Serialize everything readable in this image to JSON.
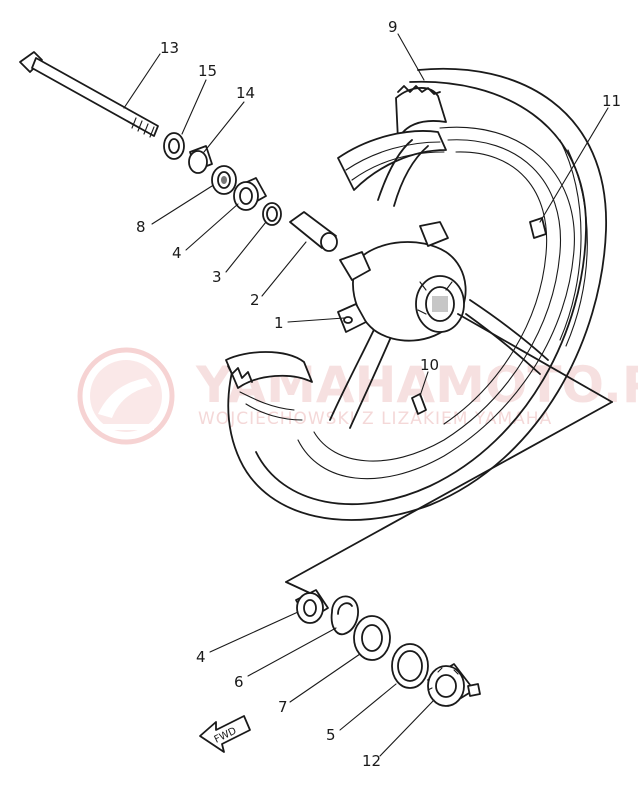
{
  "watermark": {
    "brand": "YAMAHAMOTO.PL",
    "subtitle": "WOJCIECHOWSKI Z LIZAKIEM YAMAHA"
  },
  "callouts": [
    {
      "id": "13",
      "label": "13"
    },
    {
      "id": "15",
      "label": "15"
    },
    {
      "id": "14",
      "label": "14"
    },
    {
      "id": "9",
      "label": "9"
    },
    {
      "id": "11",
      "label": "11"
    },
    {
      "id": "8",
      "label": "8"
    },
    {
      "id": "4a",
      "label": "4"
    },
    {
      "id": "3",
      "label": "3"
    },
    {
      "id": "2",
      "label": "2"
    },
    {
      "id": "1",
      "label": "1"
    },
    {
      "id": "10",
      "label": "10"
    },
    {
      "id": "4b",
      "label": "4"
    },
    {
      "id": "6",
      "label": "6"
    },
    {
      "id": "7",
      "label": "7"
    },
    {
      "id": "5",
      "label": "5"
    },
    {
      "id": "12",
      "label": "12"
    }
  ],
  "direction_arrow": {
    "label": "FWD"
  }
}
